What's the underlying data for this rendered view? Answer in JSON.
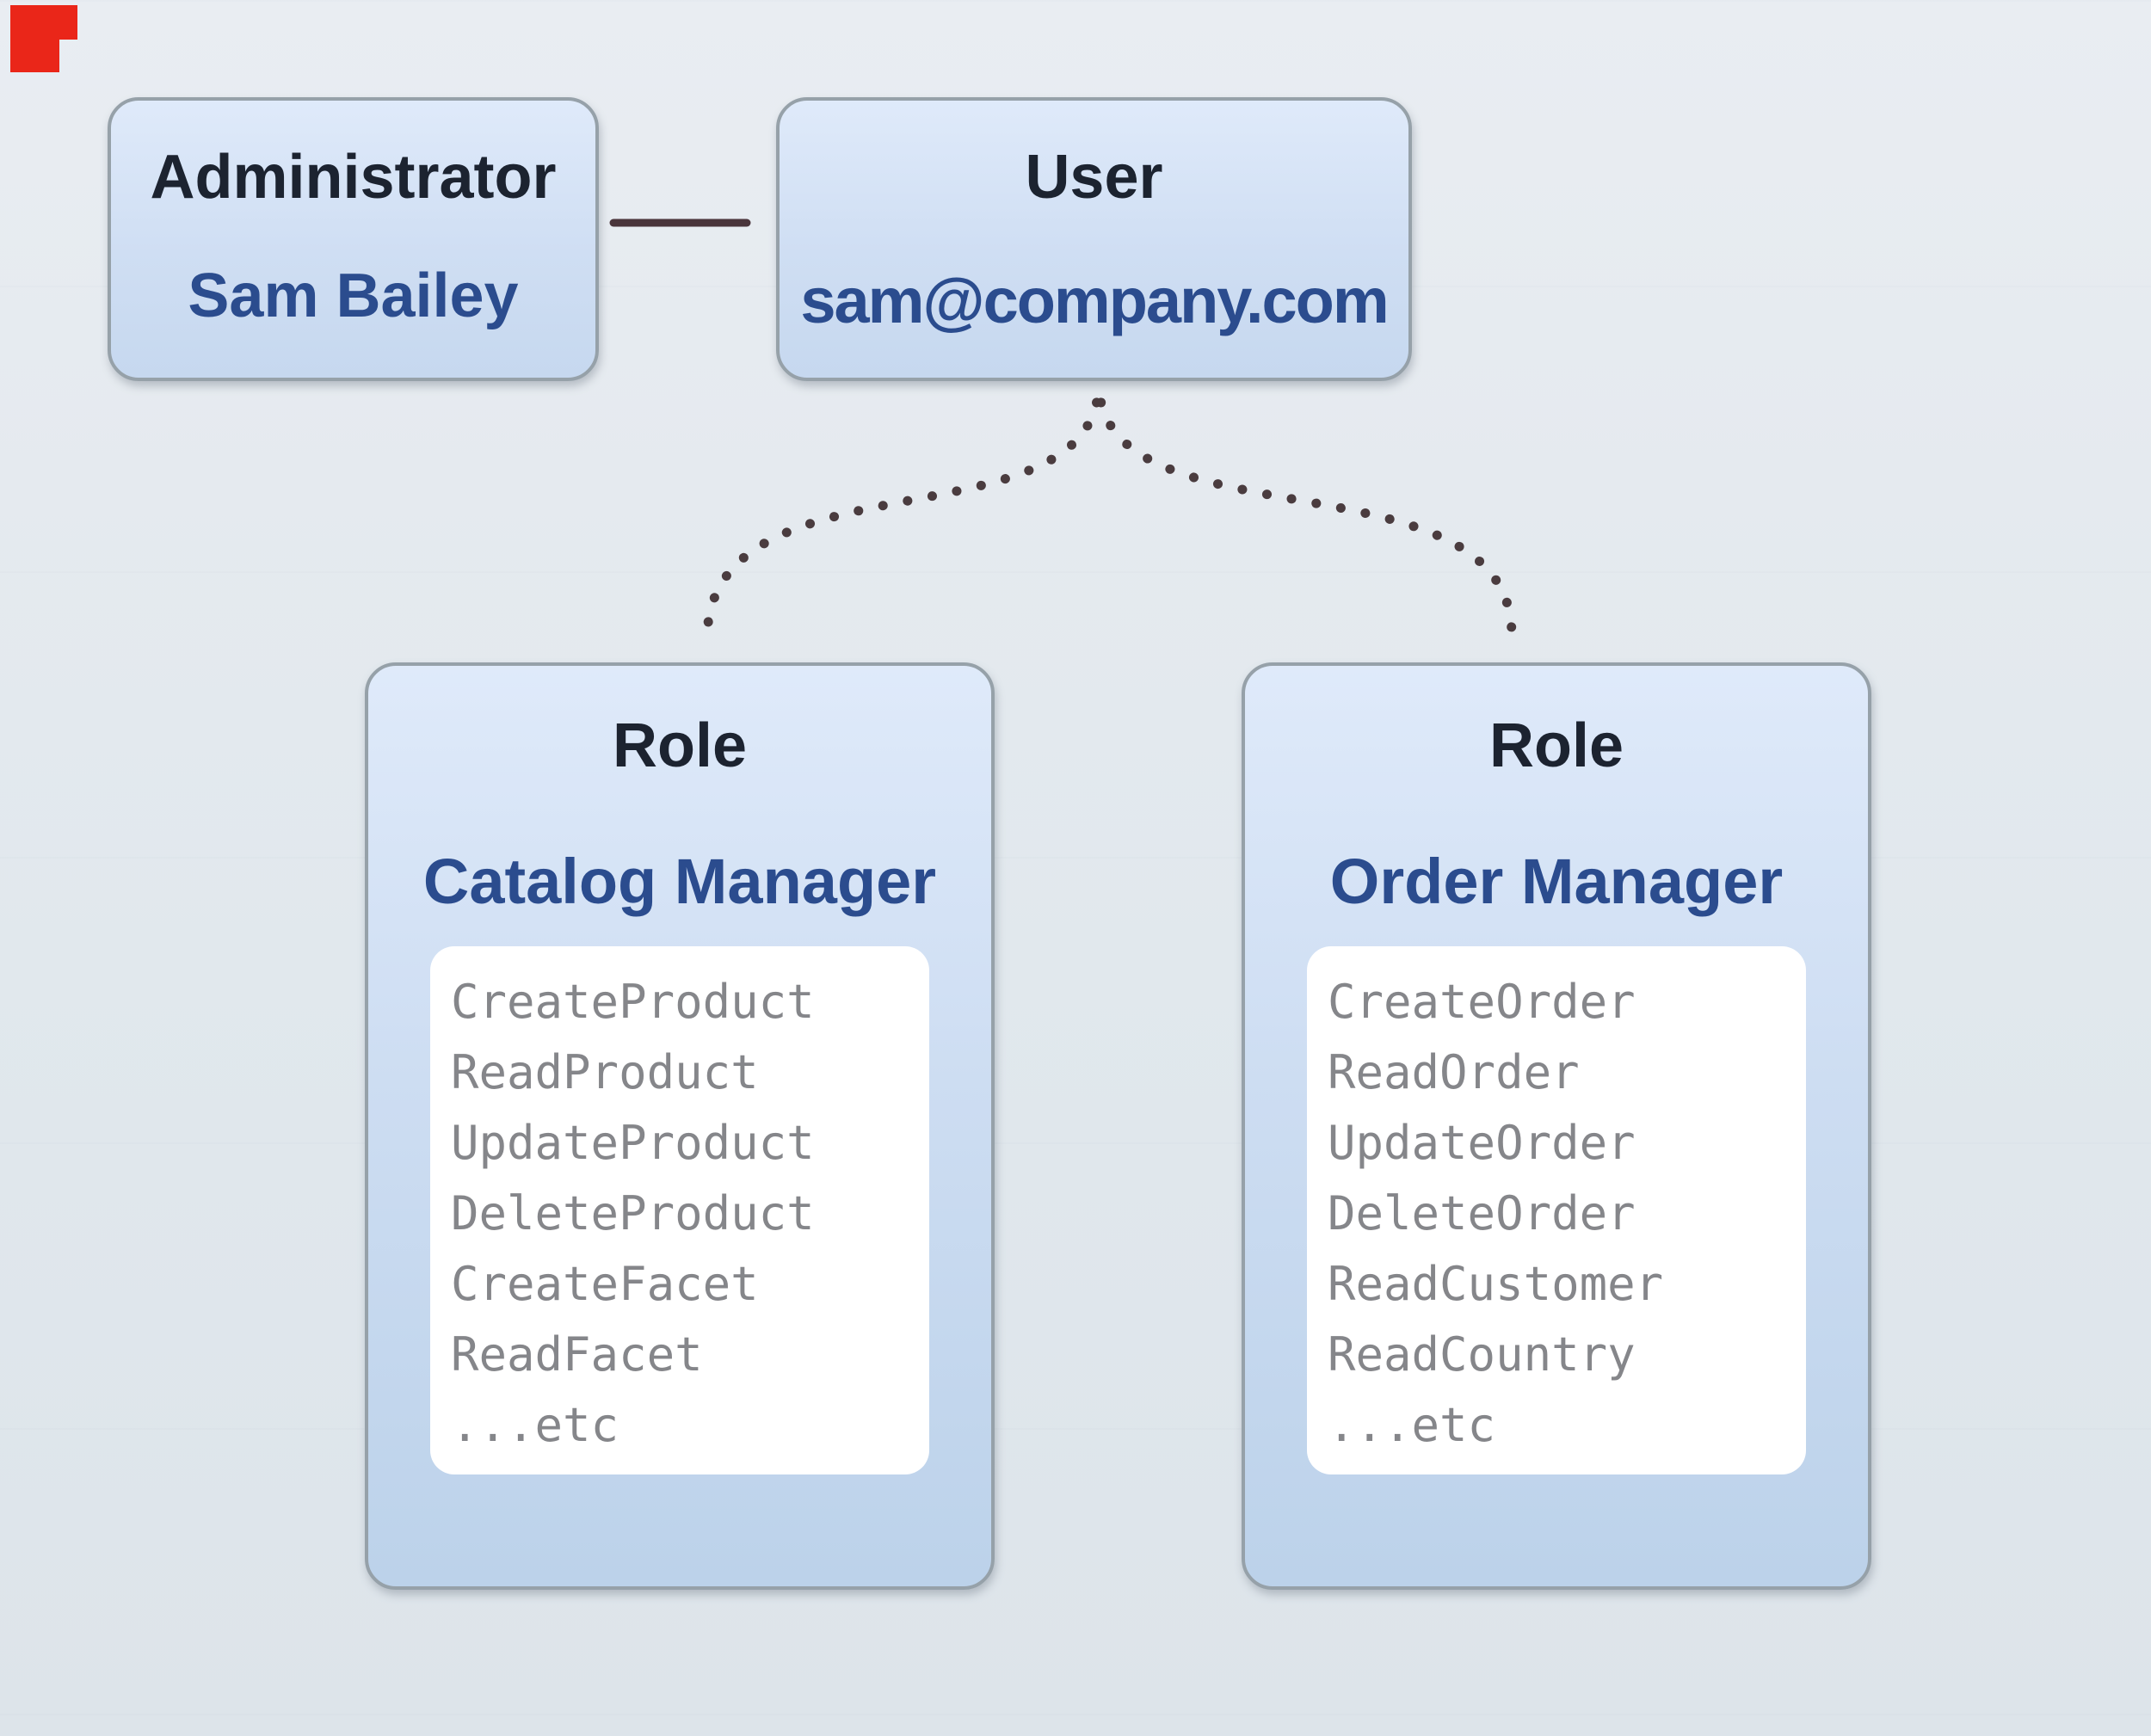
{
  "diagram": {
    "admin_card": {
      "title": "Administrator",
      "name": "Sam Bailey"
    },
    "user_card": {
      "title": "User",
      "email": "sam@company.com"
    },
    "roles": [
      {
        "title": "Role",
        "name": "Catalog Manager",
        "permissions": [
          "CreateProduct",
          "ReadProduct",
          "UpdateProduct",
          "DeleteProduct",
          "CreateFacet",
          "ReadFacet",
          "...etc"
        ]
      },
      {
        "title": "Role",
        "name": "Order Manager",
        "permissions": [
          "CreateOrder",
          "ReadOrder",
          "UpdateOrder",
          "DeleteOrder",
          "ReadCustomer",
          "ReadCountry",
          "...etc"
        ]
      }
    ],
    "colors": {
      "background": "#e3e9ee",
      "card_gradient_top": "#dfeafa",
      "card_gradient_bottom": "#c6d8ef",
      "role_gradient_bottom": "#bcd2ea",
      "card_border": "#96a1a9",
      "title_text": "#1c2330",
      "accent_blue": "#2b4c8e",
      "permission_text": "#85868a",
      "solid_connector": "#4a353b",
      "dotted_connector": "#4a3c3f",
      "panel_white": "#ffffff",
      "corner_marker_red": "#ea2619"
    }
  }
}
